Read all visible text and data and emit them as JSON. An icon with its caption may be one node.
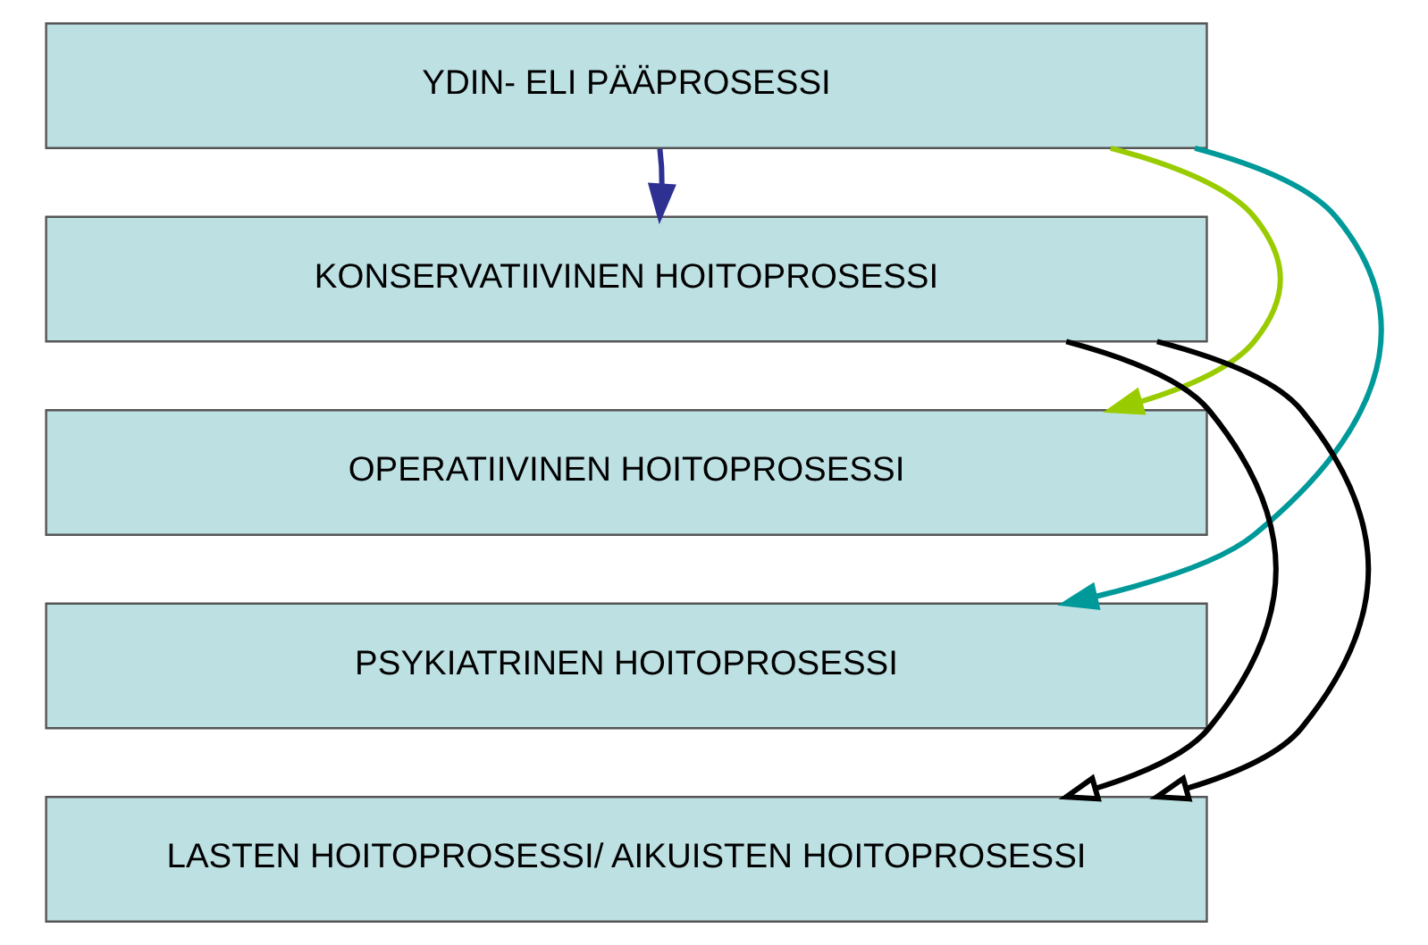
{
  "diagram": {
    "nodes": [
      {
        "text": [
          "YDIN- ELI PÄÄPROSESSI"
        ]
      },
      {
        "text": [
          "KONSERVATIIVINEN HOITOPROSESSI"
        ]
      },
      {
        "text": [
          "OPERATIIVINEN HOITOPROSESSI"
        ]
      },
      {
        "text": [
          "PSYKIATRINEN HOITOPROSESSI"
        ]
      },
      {
        "text": [
          "LASTEN HOITOPROSESSI/ AIKUISTEN HOITOPROSESSI"
        ]
      }
    ],
    "edges": [
      {
        "from": 0,
        "to": 1,
        "arrow": "to",
        "color": "#2e3192"
      },
      {
        "from": 0,
        "to": 2,
        "arrow": "to",
        "color": "#99cc00"
      },
      {
        "from": 0,
        "to": 3,
        "arrow": "to",
        "color": "#009999"
      },
      {
        "from": 1,
        "to": 4,
        "arrow": "to"
      },
      {
        "from": 1,
        "to": 4,
        "arrow": "to"
      }
    ]
  }
}
